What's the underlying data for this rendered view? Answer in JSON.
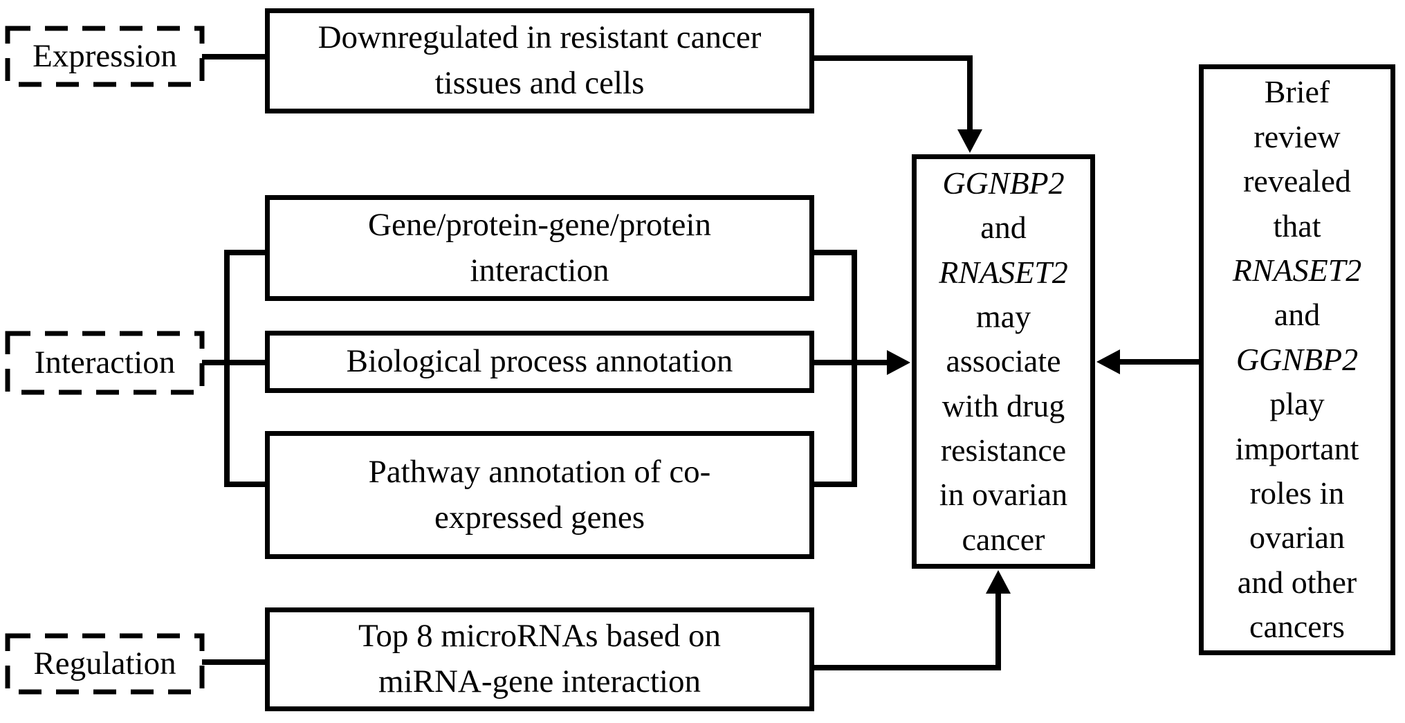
{
  "diagram": {
    "categories": [
      {
        "id": "expression",
        "label": "Expression"
      },
      {
        "id": "interaction",
        "label": "Interaction"
      },
      {
        "id": "regulation",
        "label": "Regulation"
      }
    ],
    "evidence_boxes": {
      "expression_box": "Downregulated in resistant cancer\ntissues and cells",
      "gene_box": "Gene/protein-gene/protein\ninteraction",
      "bio_box": "Biological process annotation",
      "pathway_box": "Pathway annotation of co-\nexpressed genes",
      "mirna_box": "Top 8 microRNAs based on\nmiRNA-gene interaction"
    },
    "center_box": {
      "lines": [
        {
          "text": "GGNBP2",
          "italic": true
        },
        {
          "text": "and"
        },
        {
          "text": "RNASET2",
          "italic": true
        },
        {
          "text": "may"
        },
        {
          "text": "associate"
        },
        {
          "text": "with drug"
        },
        {
          "text": "resistance"
        },
        {
          "text": "in ovarian"
        },
        {
          "text": "cancer"
        }
      ]
    },
    "right_box": {
      "lines": [
        {
          "text": "Brief"
        },
        {
          "text": "review"
        },
        {
          "text": "revealed"
        },
        {
          "text": "that"
        },
        {
          "text": "RNASET2",
          "italic": true
        },
        {
          "text": "and"
        },
        {
          "text": "GGNBP2",
          "italic": true
        },
        {
          "text": "play"
        },
        {
          "text": "important"
        },
        {
          "text": "roles in"
        },
        {
          "text": "ovarian"
        },
        {
          "text": "and other"
        },
        {
          "text": "cancers"
        }
      ]
    },
    "colors": {
      "stroke": "#000000",
      "background": "#ffffff"
    }
  }
}
